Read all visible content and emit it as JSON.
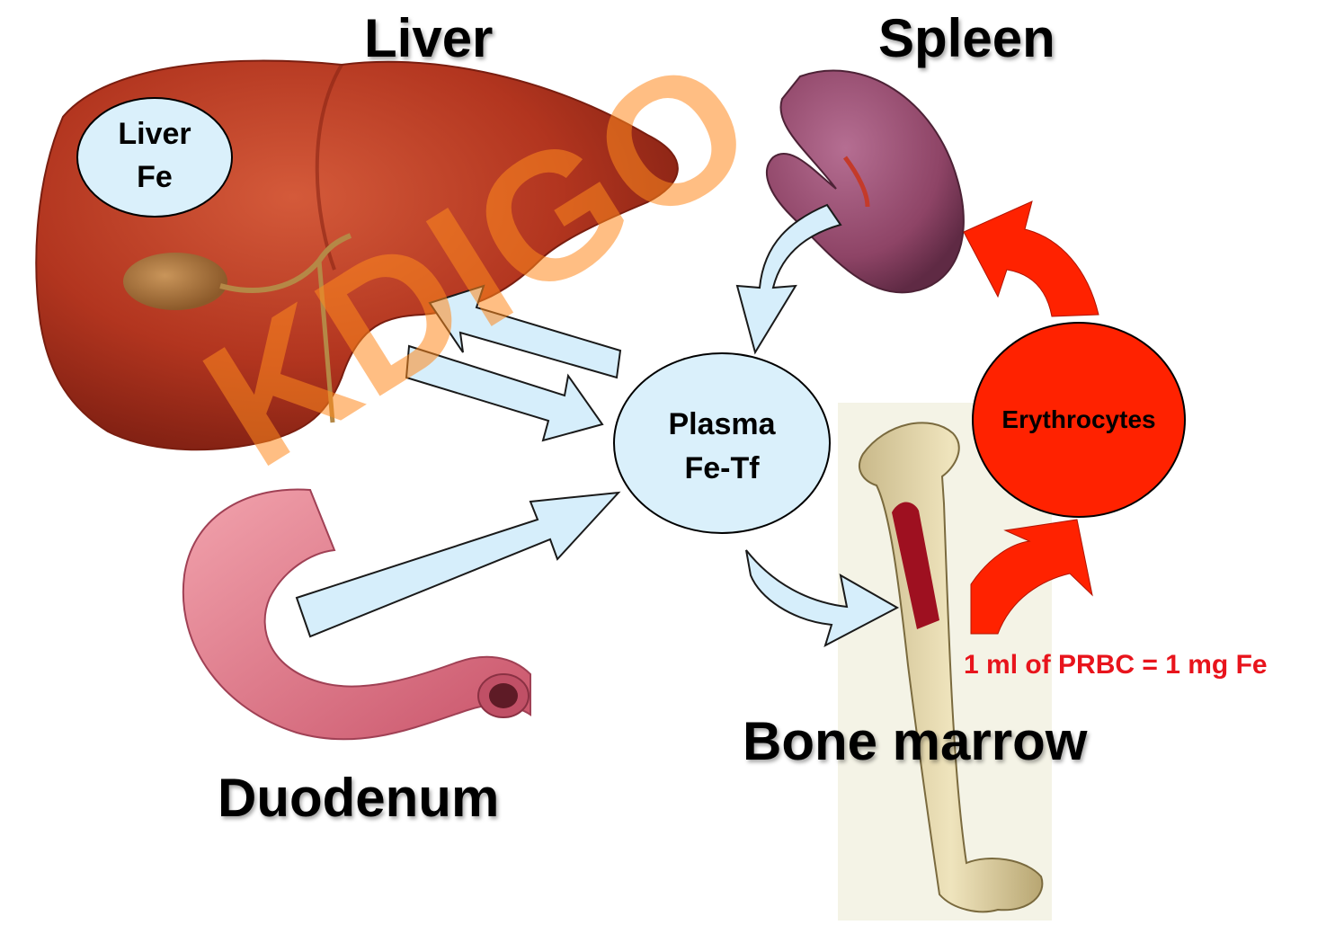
{
  "organs": {
    "liver_label": "Liver",
    "spleen_label": "Spleen",
    "duodenum_label": "Duodenum",
    "bone_marrow_label": "Bone marrow"
  },
  "pools": {
    "liver_fe_line1": "Liver",
    "liver_fe_line2": "Fe",
    "plasma_line1": "Plasma",
    "plasma_line2": "Fe-Tf",
    "erythrocytes": "Erythrocytes"
  },
  "note": "1 ml of PRBC = 1 mg Fe",
  "watermark": "KDIGO",
  "colors": {
    "pool_fill": "#daf0fb",
    "flow_arrow_fill": "#d6eefb",
    "erythrocyte_fill": "#ff2200",
    "note_text": "#e8141c",
    "watermark": "#ff8a1e"
  }
}
